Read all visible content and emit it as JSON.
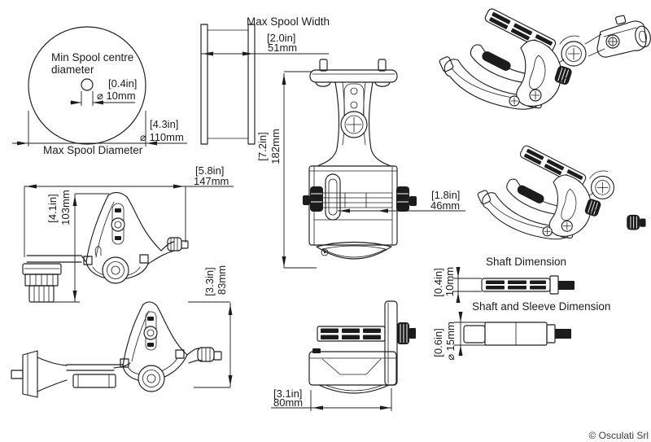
{
  "drawing": {
    "spool_circle": {
      "label1": "Min Spool centre",
      "label2": "diameter",
      "centre_in": "[0.4in]",
      "centre_mm": "⌀ 10mm",
      "dia_in": "[4.3in]",
      "dia_mm": "⌀ 110mm",
      "bottom_label": "Max Spool Diameter"
    },
    "spool_width": {
      "title": "Max Spool Width",
      "dim_in": "[2.0in]",
      "dim_mm": "51mm"
    },
    "front": {
      "height_in": "[7.2in]",
      "height_mm": "182mm",
      "depth_in": "[1.8in]",
      "depth_mm": "46mm"
    },
    "side_rail": {
      "width_in": "[5.8in]",
      "width_mm": "147mm",
      "height_in": "[4.1in]",
      "height_mm": "103mm"
    },
    "side_flat": {
      "height_in": "[3.3in]",
      "height_mm": "83mm"
    },
    "top": {
      "width_in": "[3.1in]",
      "width_mm": "80mm"
    },
    "shaft": {
      "title": "Shaft Dimension",
      "dia_in": "[0.4in]",
      "dia_mm": "10mm"
    },
    "sleeve": {
      "title": "Shaft and Sleeve Dimension",
      "dia_in": "[0.6in]",
      "dia_mm": "⌀ 15mm"
    }
  },
  "footer": {
    "copyright": "© Osculati Srl"
  },
  "colors": {
    "line": "#1c1c1c",
    "background": "#ffffff"
  }
}
